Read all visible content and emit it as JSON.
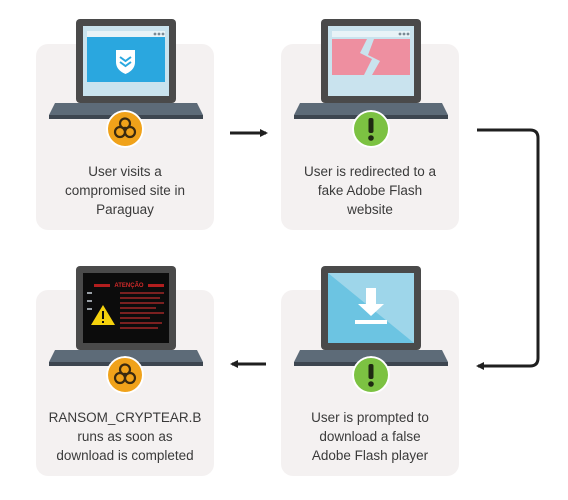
{
  "steps": [
    {
      "id": "visit",
      "caption": [
        "User visits a",
        "compromised site in",
        "Paraguay"
      ],
      "badge": "biohazard-icon",
      "badge_color": "#f0a21a",
      "screen": "shield-page"
    },
    {
      "id": "redirect",
      "caption": [
        "User is redirected to a",
        "fake Adobe Flash",
        "website"
      ],
      "badge": "exclamation-icon",
      "badge_color": "#7cc242",
      "screen": "broken-page"
    },
    {
      "id": "prompt",
      "caption": [
        "User is prompted to",
        "download a false",
        "Adobe Flash player"
      ],
      "badge": "exclamation-icon",
      "badge_color": "#7cc242",
      "screen": "download-page"
    },
    {
      "id": "ransom",
      "caption": [
        "RANSOM_CRYPTEAR.B",
        "runs as soon as",
        "download is completed"
      ],
      "badge": "biohazard-icon",
      "badge_color": "#f0a21a",
      "screen": "ransom-note",
      "screen_heading": "ATENÇÃO"
    }
  ],
  "colors": {
    "card": "#f4f1f1",
    "laptop_body": "#4a4a4a",
    "laptop_base": "#5d6b78",
    "screen_blue": "#2aa7df",
    "arrow": "#1f1f1f"
  }
}
